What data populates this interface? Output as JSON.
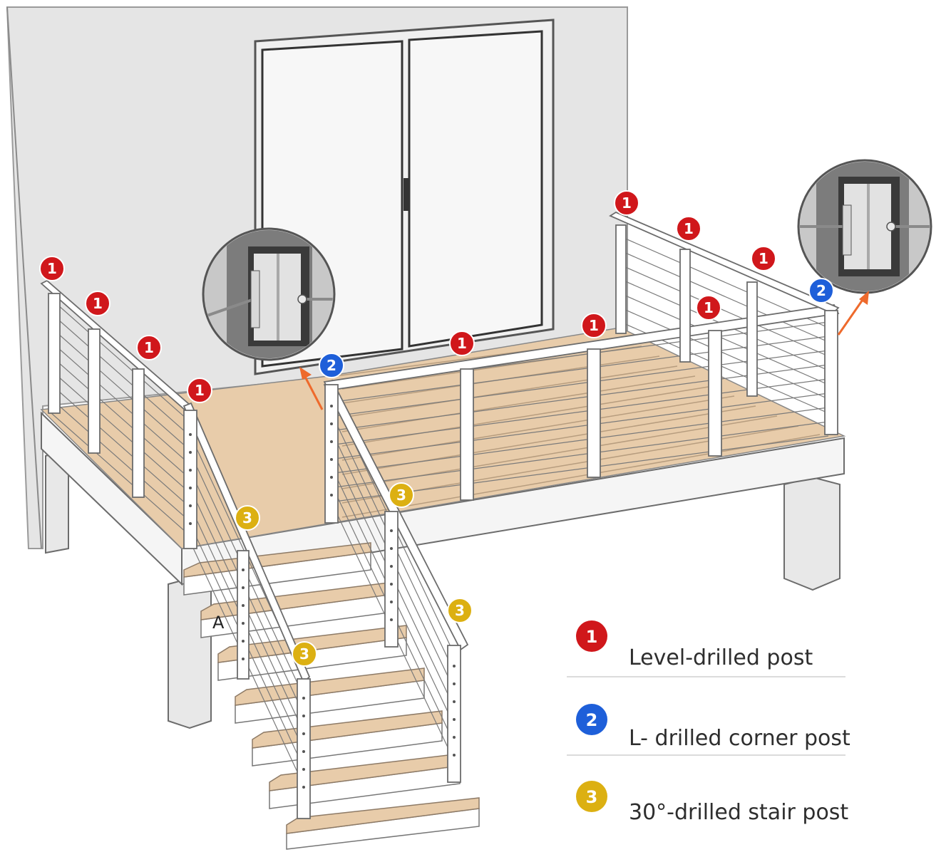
{
  "colors": {
    "level_post": "#d0171b",
    "corner_post": "#1e5fd9",
    "stair_post": "#dcb012",
    "deck_board": "#e6ccaa",
    "wall": "#e5e5e5",
    "callout_arrow": "#ee6a2c"
  },
  "badges": {
    "level_post": "1",
    "corner_post": "2",
    "stair_post": "3"
  },
  "marker_a": "A",
  "legend": [
    {
      "number": "1",
      "label": "Level-drilled post",
      "color": "#d0171b"
    },
    {
      "number": "2",
      "label": "L- drilled corner post",
      "color": "#1e5fd9"
    },
    {
      "number": "3",
      "label": "30°-drilled stair post",
      "color": "#dcb012"
    }
  ]
}
